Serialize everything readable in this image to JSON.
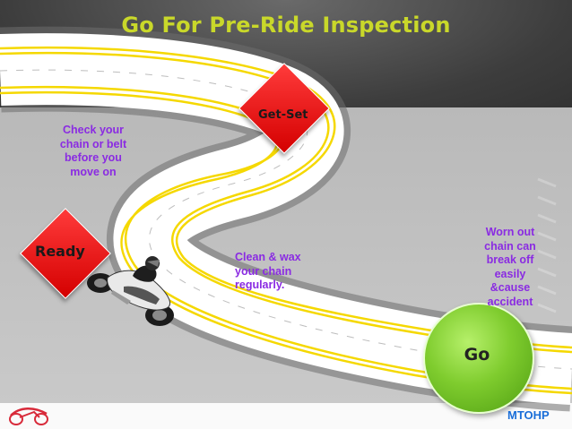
{
  "slide": {
    "title": "Go For Pre-Ride Inspection",
    "markers": {
      "ready": "Ready",
      "get_set": "Get-Set",
      "go": "Go"
    },
    "notes": {
      "check_chain": "Check your chain or belt before you move on",
      "clean_wax": "Clean & wax your chain regularly.",
      "worn_out": "Worn out chain can break off easily &cause accident"
    },
    "brand": "MTOHP",
    "icons": {
      "logo": "motorcycle-logo-icon",
      "bike": "sport-motorcycle-rider-icon"
    },
    "colors": {
      "title": "#c9d82a",
      "diamond": "#e00000",
      "note_text": "#8a2be2",
      "go_circle": "#7fcc2e",
      "brand": "#1a6ed8",
      "road_line": "#f5d800"
    }
  }
}
